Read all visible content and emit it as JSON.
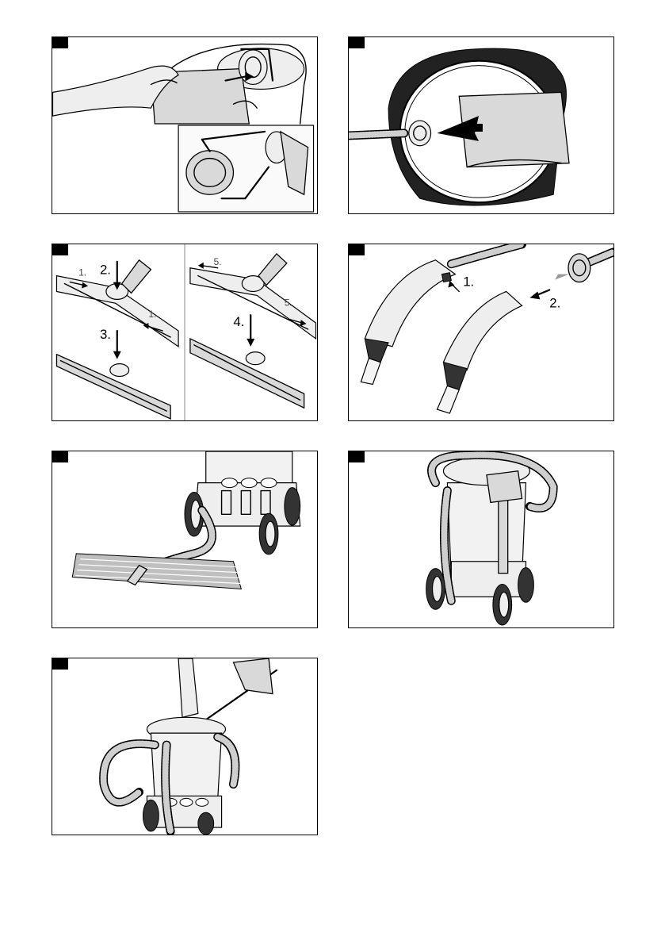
{
  "panels": [
    {
      "id": "1",
      "labels": []
    },
    {
      "id": "2",
      "labels": []
    },
    {
      "id": "3",
      "labels": [
        "1.",
        "2.",
        "1.",
        "3.",
        "5.",
        "5.",
        "4."
      ]
    },
    {
      "id": "4",
      "labels": [
        "1.",
        "2."
      ]
    },
    {
      "id": "5",
      "labels": []
    },
    {
      "id": "6",
      "labels": []
    },
    {
      "id": "7",
      "labels": []
    }
  ]
}
